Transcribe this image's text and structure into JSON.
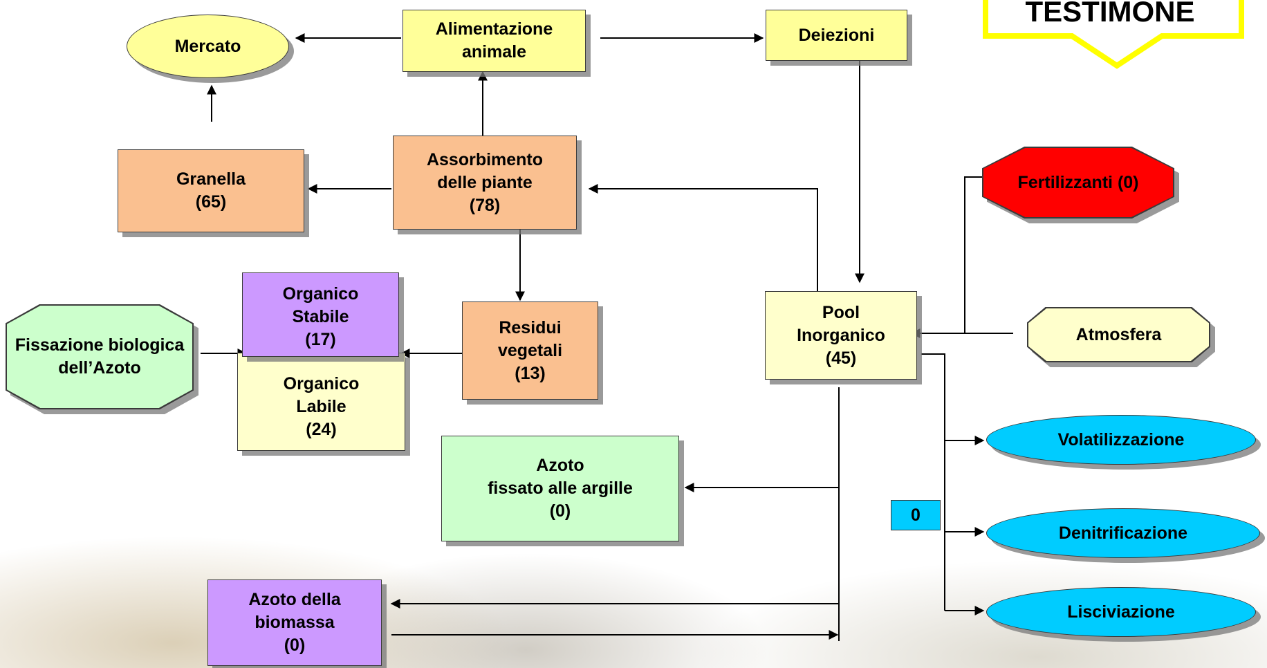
{
  "banner": {
    "label": "TESTIMONE"
  },
  "nodes": {
    "mercato": "Mercato",
    "alimentazione": "Alimentazione\nanimale",
    "deiezioni": "Deiezioni",
    "granella": "Granella\n(65)",
    "assorbimento": "Assorbimento\ndelle piante\n(78)",
    "fertilizzanti": "Fertilizzanti\n(0)",
    "organico_stabile": "Organico\nStabile\n(17)",
    "residui": "Residui\nvegetali\n(13)",
    "pool": "Pool\nInorganico\n(45)",
    "fissazione": "Fissazione\nbiologica\ndell’Azoto",
    "organico_labile": "Organico\nLabile\n(24)",
    "atmosfera": "Atmosfera",
    "volatilizzazione": "Volatilizzazione",
    "azoto_argille": "Azoto\nfissato alle argille\n(0)",
    "zero": "0",
    "denitrificazione": "Denitrificazione",
    "azoto_biomassa": "Azoto della\nbiomassa\n(0)",
    "lisciviazione": "Lisciviazione"
  },
  "colors": {
    "yellow": "#ffff99",
    "cream": "#ffffcc",
    "orange": "#fac090",
    "purple": "#cc99ff",
    "green": "#ccffcc",
    "red": "#ff0000",
    "cyan": "#00ccff"
  }
}
